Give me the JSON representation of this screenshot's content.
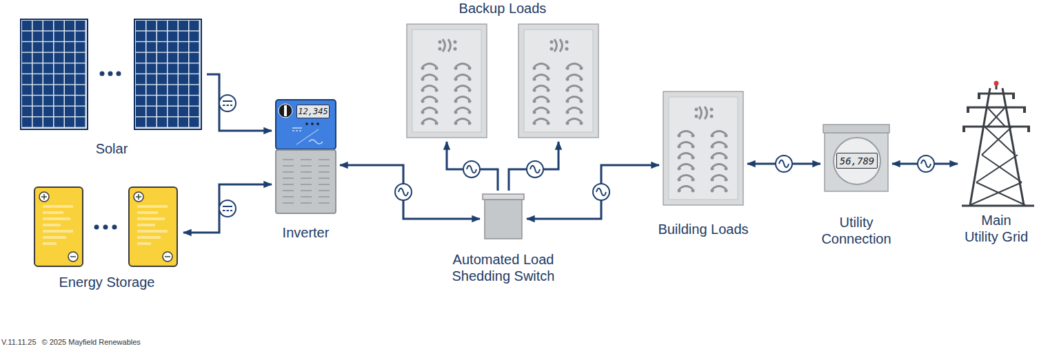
{
  "diagram": {
    "nodes": [
      {
        "text": [
          "Solar"
        ]
      },
      {
        "text": [
          "Energy Storage"
        ]
      },
      {
        "text": [
          "12,345",
          "Inverter"
        ]
      },
      {
        "text": [
          "Backup Loads"
        ]
      },
      {
        "text": [
          "Automated Load Shedding Switch"
        ]
      },
      {
        "text": [
          "Building Loads"
        ]
      },
      {
        "text": [
          "56,789",
          "Utility Connection"
        ]
      },
      {
        "text": [
          "Main Utility Grid"
        ]
      }
    ],
    "edges": [
      {
        "from": 0,
        "to": 2,
        "arrow": "to"
      },
      {
        "from": 1,
        "to": 2,
        "arrow": "both"
      },
      {
        "from": 2,
        "to": 4,
        "arrow": "both"
      },
      {
        "from": 4,
        "to": 3,
        "arrow": "to"
      },
      {
        "from": 4,
        "to": 3,
        "arrow": "to"
      },
      {
        "from": 4,
        "to": 5,
        "arrow": "both"
      },
      {
        "from": 5,
        "to": 6,
        "arrow": "both"
      },
      {
        "from": 6,
        "to": 7,
        "arrow": "both"
      }
    ],
    "labels": [
      "V.11.11.25",
      "© 2025 Mayfield Renewables"
    ]
  }
}
